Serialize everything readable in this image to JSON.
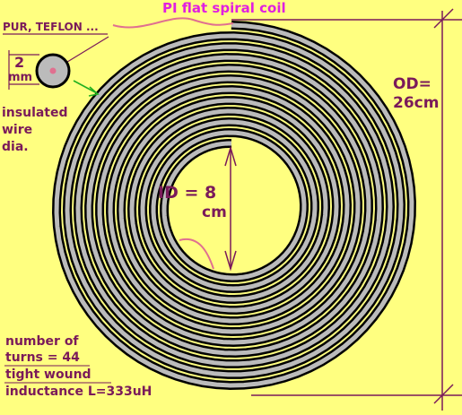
{
  "labels": {
    "title": "PI flat spiral coil",
    "insulation_types": "PUR, TEFLON ...",
    "wire_dia_value": "2",
    "wire_dia_unit": "mm",
    "wire_note": "insulated\nwire\ndia.",
    "od_label": "OD=",
    "od_value": "26cm",
    "id_label": "ID = 8",
    "id_unit": "cm",
    "turns_label": "number of",
    "turns_line": "turns = 44",
    "wound_note": "tight wound",
    "inductance_note": "inductance L=333uH"
  },
  "spiral": {
    "turns": 44,
    "wire_color": "#BBBBBB",
    "outline_color": "#000000",
    "gap_color": "#FFFF80"
  },
  "colors": {
    "background": "#FFFF80",
    "label_text": "#7A1A5A",
    "title_text": "#E020E0",
    "lead_wire": "#E07090",
    "dimension_line": "#7A1A5A",
    "wire_dot": "#E07090",
    "arrow": "#20B020"
  }
}
